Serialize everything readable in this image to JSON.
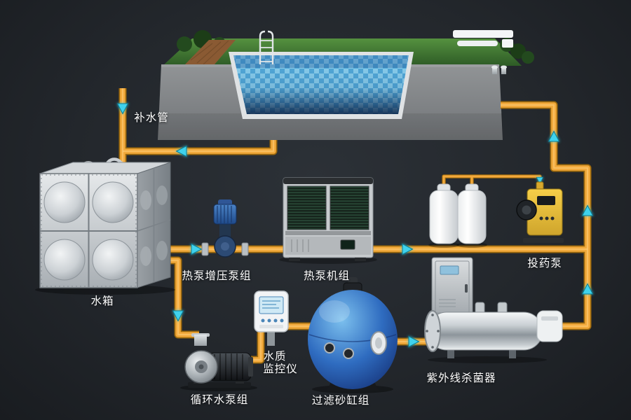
{
  "diagram": {
    "type": "pool-water-treatment-system",
    "labels": {
      "makeup_pipe": "补水管",
      "water_tank": "水箱",
      "booster_pump_group": "热泵增压泵组",
      "heat_pump_unit": "热泵机组",
      "dosing_pump": "投药泵",
      "water_quality_line1": "水质",
      "water_quality_line2": "监控仪",
      "circulation_pump_group": "循环水泵组",
      "sand_filter_group": "过滤砂缸组",
      "uv_sterilizer": "紫外线杀菌器"
    }
  },
  "colors": {
    "background": "#23272C",
    "pipe": "#F2A93B",
    "flow_arrow": "#3FD2EC",
    "label_text": "#FFFFFF"
  }
}
